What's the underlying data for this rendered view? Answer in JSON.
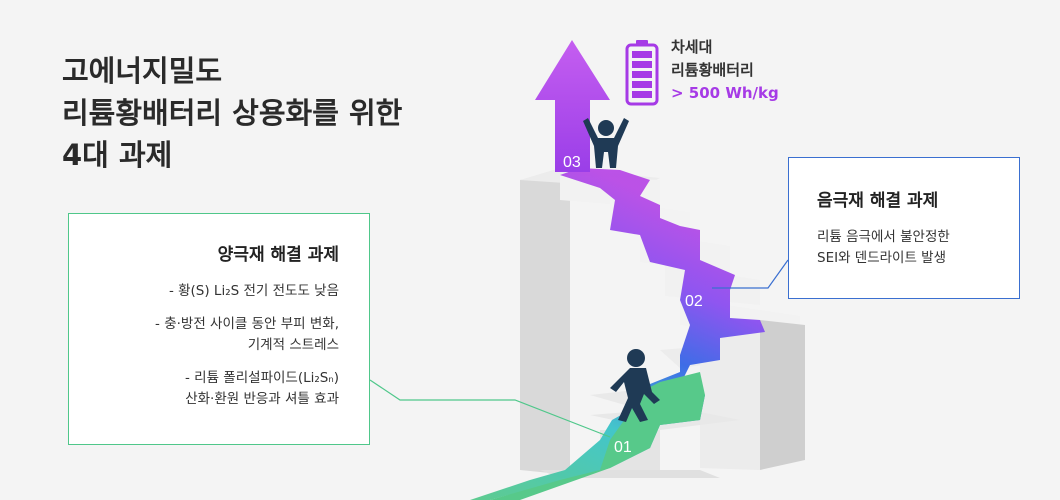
{
  "title": {
    "line1": "고에너지밀도",
    "line2": "리튬황배터리 상용화를 위한",
    "line3": "4대 과제"
  },
  "steps": {
    "step1": "01",
    "step2": "02",
    "step3": "03"
  },
  "badge": {
    "line1": "차세대",
    "line2": "리튬황배터리",
    "spec": "> 500 Wh/kg",
    "icon": "battery-icon",
    "color": "#a63ae6"
  },
  "cathode": {
    "heading": "양극재 해결 과제",
    "item1": "- 황(S) Li₂S 전기 전도도 낮음",
    "item2_line1": "- 충·방전 사이클 동안 부피 변화,",
    "item2_line2": "기계적 스트레스",
    "item3_line1": "- 리튬 폴리설파이드(Li₂Sₙ)",
    "item3_line2": "산화·환원 반응과 셔틀 효과",
    "color": "#4fc78a"
  },
  "anode": {
    "heading": "음극재 해결 과제",
    "line1": "리튬 음극에서 불안정한",
    "line2": "SEI와 덴드라이트 발생",
    "color": "#3a6fd0"
  }
}
